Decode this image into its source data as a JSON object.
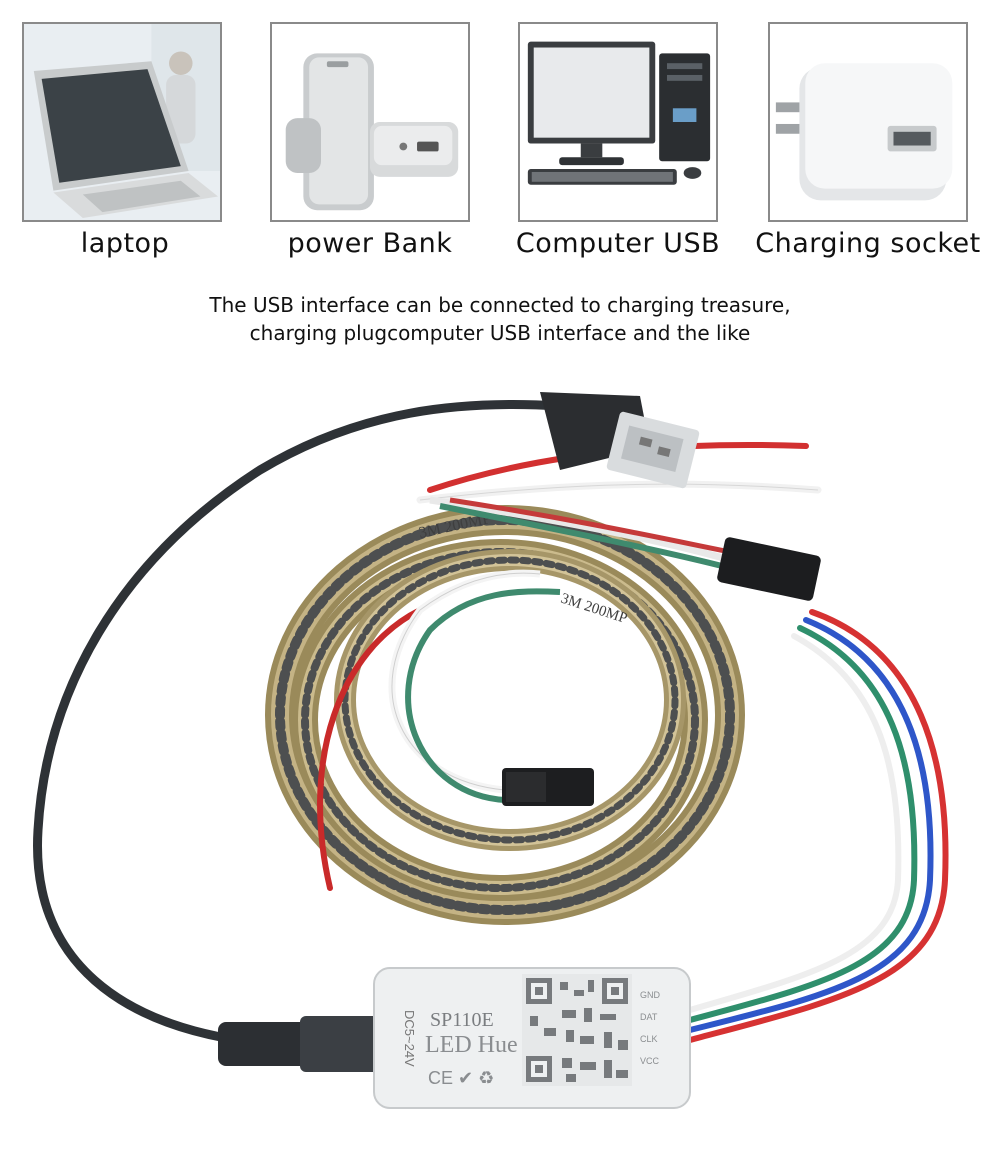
{
  "devices": [
    {
      "label": "laptop",
      "icon": "laptop-icon"
    },
    {
      "label": "power Bank",
      "icon": "power-bank-icon"
    },
    {
      "label": "Computer USB",
      "icon": "desktop-computer-icon"
    },
    {
      "label": "Charging socket",
      "icon": "usb-wall-charger-icon"
    }
  ],
  "note": {
    "line1": "The USB interface can be connected to charging treasure,",
    "line2": "charging plugcomputer USB interface and the like"
  },
  "controller": {
    "model": "SP110E",
    "app_name": "LED Hue",
    "voltage": "DC5~24V",
    "pins": [
      "GND",
      "DAT",
      "CLK",
      "VCC"
    ]
  },
  "strip_marking": "3M 200MP"
}
